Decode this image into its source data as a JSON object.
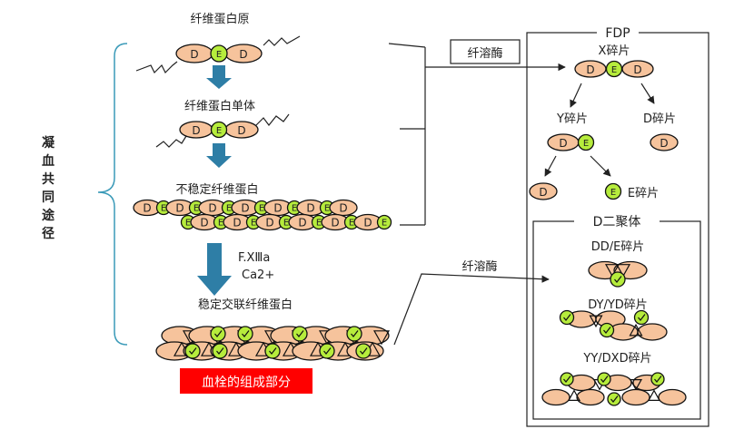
{
  "domain_labels": {
    "d_letter": "D",
    "e_letter": "E"
  },
  "left": {
    "fibrinogen": "纤维蛋白原",
    "monomer": "纤维蛋白单体",
    "unstable": "不稳定纤维蛋白",
    "factor": "F.XⅢa",
    "calcium": "Ca2+",
    "stable": "稳定交联纤维蛋白",
    "thrombus_badge": "血栓的组成部分",
    "side_label": [
      "凝",
      "血",
      "共",
      "同",
      "途",
      "径"
    ]
  },
  "middle": {
    "plasmin_box": "纤溶酶",
    "plasmin_lower": "纤溶酶"
  },
  "fdp": {
    "title": "FDP",
    "x": "X碎片",
    "y": "Y碎片",
    "d": "D碎片",
    "e": "E碎片"
  },
  "dimer": {
    "title": "D二聚体",
    "dde": "DD/E碎片",
    "dyyd": "DY/YD碎片",
    "yydxd": "YY/DXD碎片"
  },
  "colors": {
    "d_domain": "#f6c39c",
    "e_domain": "#b6ec3c",
    "arrow_blue": "#2e7ea6",
    "badge_red": "#ff0000",
    "brace_teal": "#3a9ab8"
  }
}
